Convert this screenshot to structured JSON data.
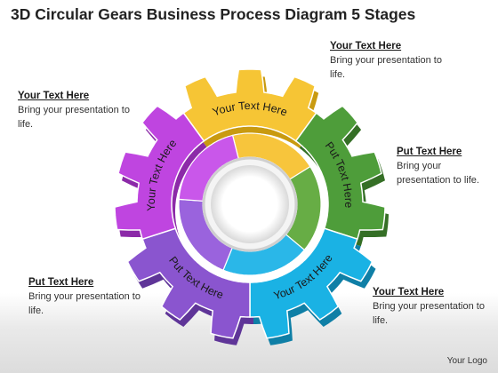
{
  "title": "3D Circular Gears Business Process Diagram 5 Stages",
  "segments": [
    {
      "label": "Your Text Here",
      "color": "#f6c535",
      "side": "#c99a10",
      "inner": "#f7c53c"
    },
    {
      "label": "Put Text Here",
      "color": "#4e9d3a",
      "side": "#356f26",
      "inner": "#67ad45"
    },
    {
      "label": "Your Text Here",
      "color": "#1ab2e4",
      "side": "#0f7fa6",
      "inner": "#2ab7e8"
    },
    {
      "label": "Put Text Here",
      "color": "#8a55cf",
      "side": "#5f3598",
      "inner": "#9a63dd"
    },
    {
      "label": "Your Text Here",
      "color": "#bf45e0",
      "side": "#8c2aa8",
      "inner": "#c957ea"
    }
  ],
  "notes": [
    {
      "heading": "Your Text Here",
      "body": "Bring your presentation to life."
    },
    {
      "heading": "Put Text Here",
      "body": "Bring your presentation to life."
    },
    {
      "heading": "Your Text Here",
      "body": "Bring your presentation to life."
    },
    {
      "heading": "Put Text Here",
      "body": "Bring your presentation to life."
    },
    {
      "heading": "Your Text Here",
      "body": "Bring your presentation to life."
    }
  ],
  "logo": "Your Logo"
}
